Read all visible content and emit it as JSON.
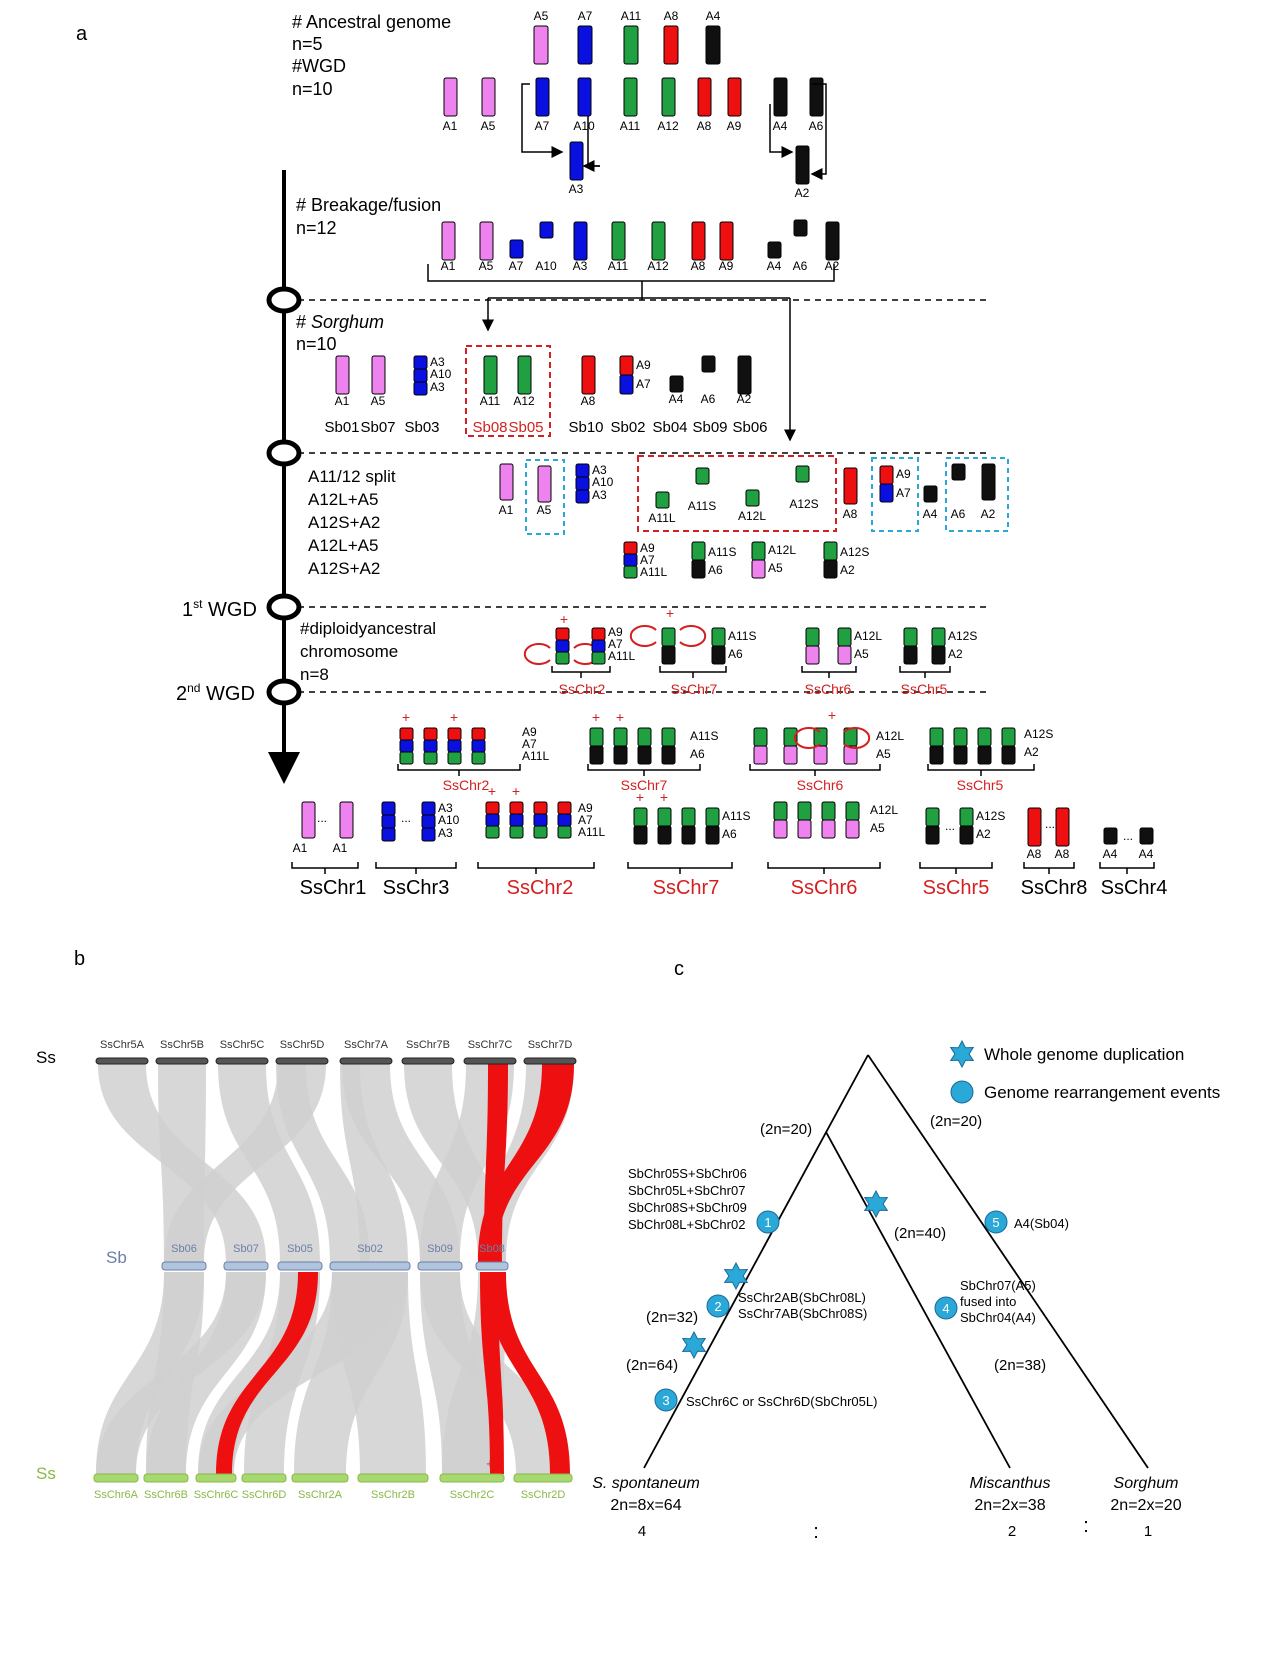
{
  "colors": {
    "pink": "#ee82ee",
    "blue": "#0a10e0",
    "green": "#20a040",
    "red": "#ee1010",
    "black": "#101010",
    "cyan": "#2aa8d8",
    "sbbar": "#b0c4de",
    "ssbar": "#a8d870",
    "link": "#d0d0d0",
    "hilite": "#ee1010"
  },
  "panel_a": {
    "label": "a",
    "ancestral_title": "# Ancestral genome",
    "ancestral_n": "n=5",
    "wgd_title": "#WGD",
    "wgd_n": "n=10",
    "ancestral_chroms": [
      "A5",
      "A7",
      "A11",
      "A8",
      "A4"
    ],
    "wgd_chroms": [
      "A1",
      "A5",
      "A7",
      "A10",
      "A11",
      "A12",
      "A8",
      "A9",
      "A4",
      "A6"
    ],
    "merge_a3": "A3",
    "merge_a2": "A2",
    "breakage_title": "# Breakage/fusion",
    "breakage_n": "n=12",
    "breakage_chroms": [
      "A1",
      "A5",
      "A7",
      "A10",
      "A3",
      "A11",
      "A12",
      "A8",
      "A9",
      "A4",
      "A6",
      "A2"
    ],
    "sorghum_hash": "# ",
    "sorghum_title": "Sorghum",
    "sorghum_n": "n=10",
    "sorghum_anc": [
      "A1",
      "A5",
      "A3",
      "A10",
      "A3",
      "A11",
      "A12",
      "A8",
      "A9",
      "A7",
      "A4",
      "A6",
      "A2"
    ],
    "sorghum_sb": [
      "Sb01",
      "Sb07",
      "Sb03",
      "Sb08",
      "Sb05",
      "Sb10",
      "Sb02",
      "Sb04",
      "Sb09",
      "Sb06"
    ],
    "split_lines": [
      "A11/12 split",
      "A12L+A5",
      "A12S+A2",
      "A12L+A5",
      "A12S+A2"
    ],
    "split_chroms": [
      "A1",
      "A5",
      "A3",
      "A10",
      "A3",
      "A11L",
      "A11S",
      "A12L",
      "A12S",
      "A8",
      "A9",
      "A7",
      "A4",
      "A6",
      "A2"
    ],
    "fused_a": [
      "A9",
      "A7",
      "A11L"
    ],
    "fused_b": [
      "A11S",
      "A6"
    ],
    "fused_c": [
      "A12L",
      "A5"
    ],
    "fused_d": [
      "A12S",
      "A2"
    ],
    "wgd1_sup": "st",
    "wgd1_num": "1",
    "wgd1_txt": " WGD",
    "wgd2_sup": "nd",
    "wgd2_num": "2",
    "wgd2_txt": " WGD",
    "diploid_lines": [
      "#diploidyancestral",
      "chromosome",
      "n=8"
    ],
    "plus": "+",
    "ellipsis": "...",
    "ss_red": [
      "SsChr2",
      "SsChr7",
      "SsChr6",
      "SsChr5"
    ],
    "final_groups": [
      "SsChr1",
      "SsChr3",
      "SsChr2",
      "SsChr7",
      "SsChr6",
      "SsChr5",
      "SsChr8",
      "SsChr4"
    ],
    "final_a1": [
      "A1",
      "A1"
    ],
    "final_a8": [
      "A8",
      "A8"
    ],
    "final_a4": [
      "A4",
      "A4"
    ]
  },
  "panel_b": {
    "label": "b",
    "ss_label": "Ss",
    "sb_label": "Sb",
    "ss2_label": "Ss",
    "top_chroms": [
      "SsChr5A",
      "SsChr5B",
      "SsChr5C",
      "SsChr5D",
      "SsChr7A",
      "SsChr7B",
      "SsChr7C",
      "SsChr7D"
    ],
    "sb_chroms": [
      "Sb06",
      "Sb07",
      "Sb05",
      "Sb02",
      "Sb09",
      "Sb08"
    ],
    "bottom_chroms": [
      "SsChr6A",
      "SsChr6B",
      "SsChr6C",
      "SsChr6D",
      "SsChr2A",
      "SsChr2B",
      "SsChr2C",
      "SsChr2D"
    ],
    "plus": "+"
  },
  "panel_c": {
    "label": "c",
    "legend_wgd": "Whole genome duplication",
    "legend_rearr": "Genome rearrangement events",
    "n_labels": [
      "(2n=20)",
      "(2n=20)",
      "(2n=40)",
      "(2n=32)",
      "(2n=64)",
      "(2n=38)"
    ],
    "event1_lines": [
      "SbChr05S+SbChr06",
      "SbChr05L+SbChr07",
      "SbChr08S+SbChr09",
      "SbChr08L+SbChr02"
    ],
    "event2_lines": [
      "SsChr2AB(SbChr08L)",
      "SsChr7AB(SbChr08S)"
    ],
    "event3": "SsChr6C or SsChr6D(SbChr05L)",
    "event4_lines": [
      "SbChr07(A5)",
      "fused into",
      "SbChr04(A4)"
    ],
    "event5": "A4(Sb04)",
    "event_nums": [
      "1",
      "2",
      "3",
      "4",
      "5"
    ],
    "taxa": [
      {
        "name": "S. spontaneum",
        "ploidy": "2n=8x=64",
        "ratio": "4"
      },
      {
        "name": "Miscanthus",
        "ploidy": "2n=2x=38",
        "ratio": "2"
      },
      {
        "name": "Sorghum",
        "ploidy": "2n=2x=20",
        "ratio": "1"
      }
    ],
    "colon": ":"
  }
}
